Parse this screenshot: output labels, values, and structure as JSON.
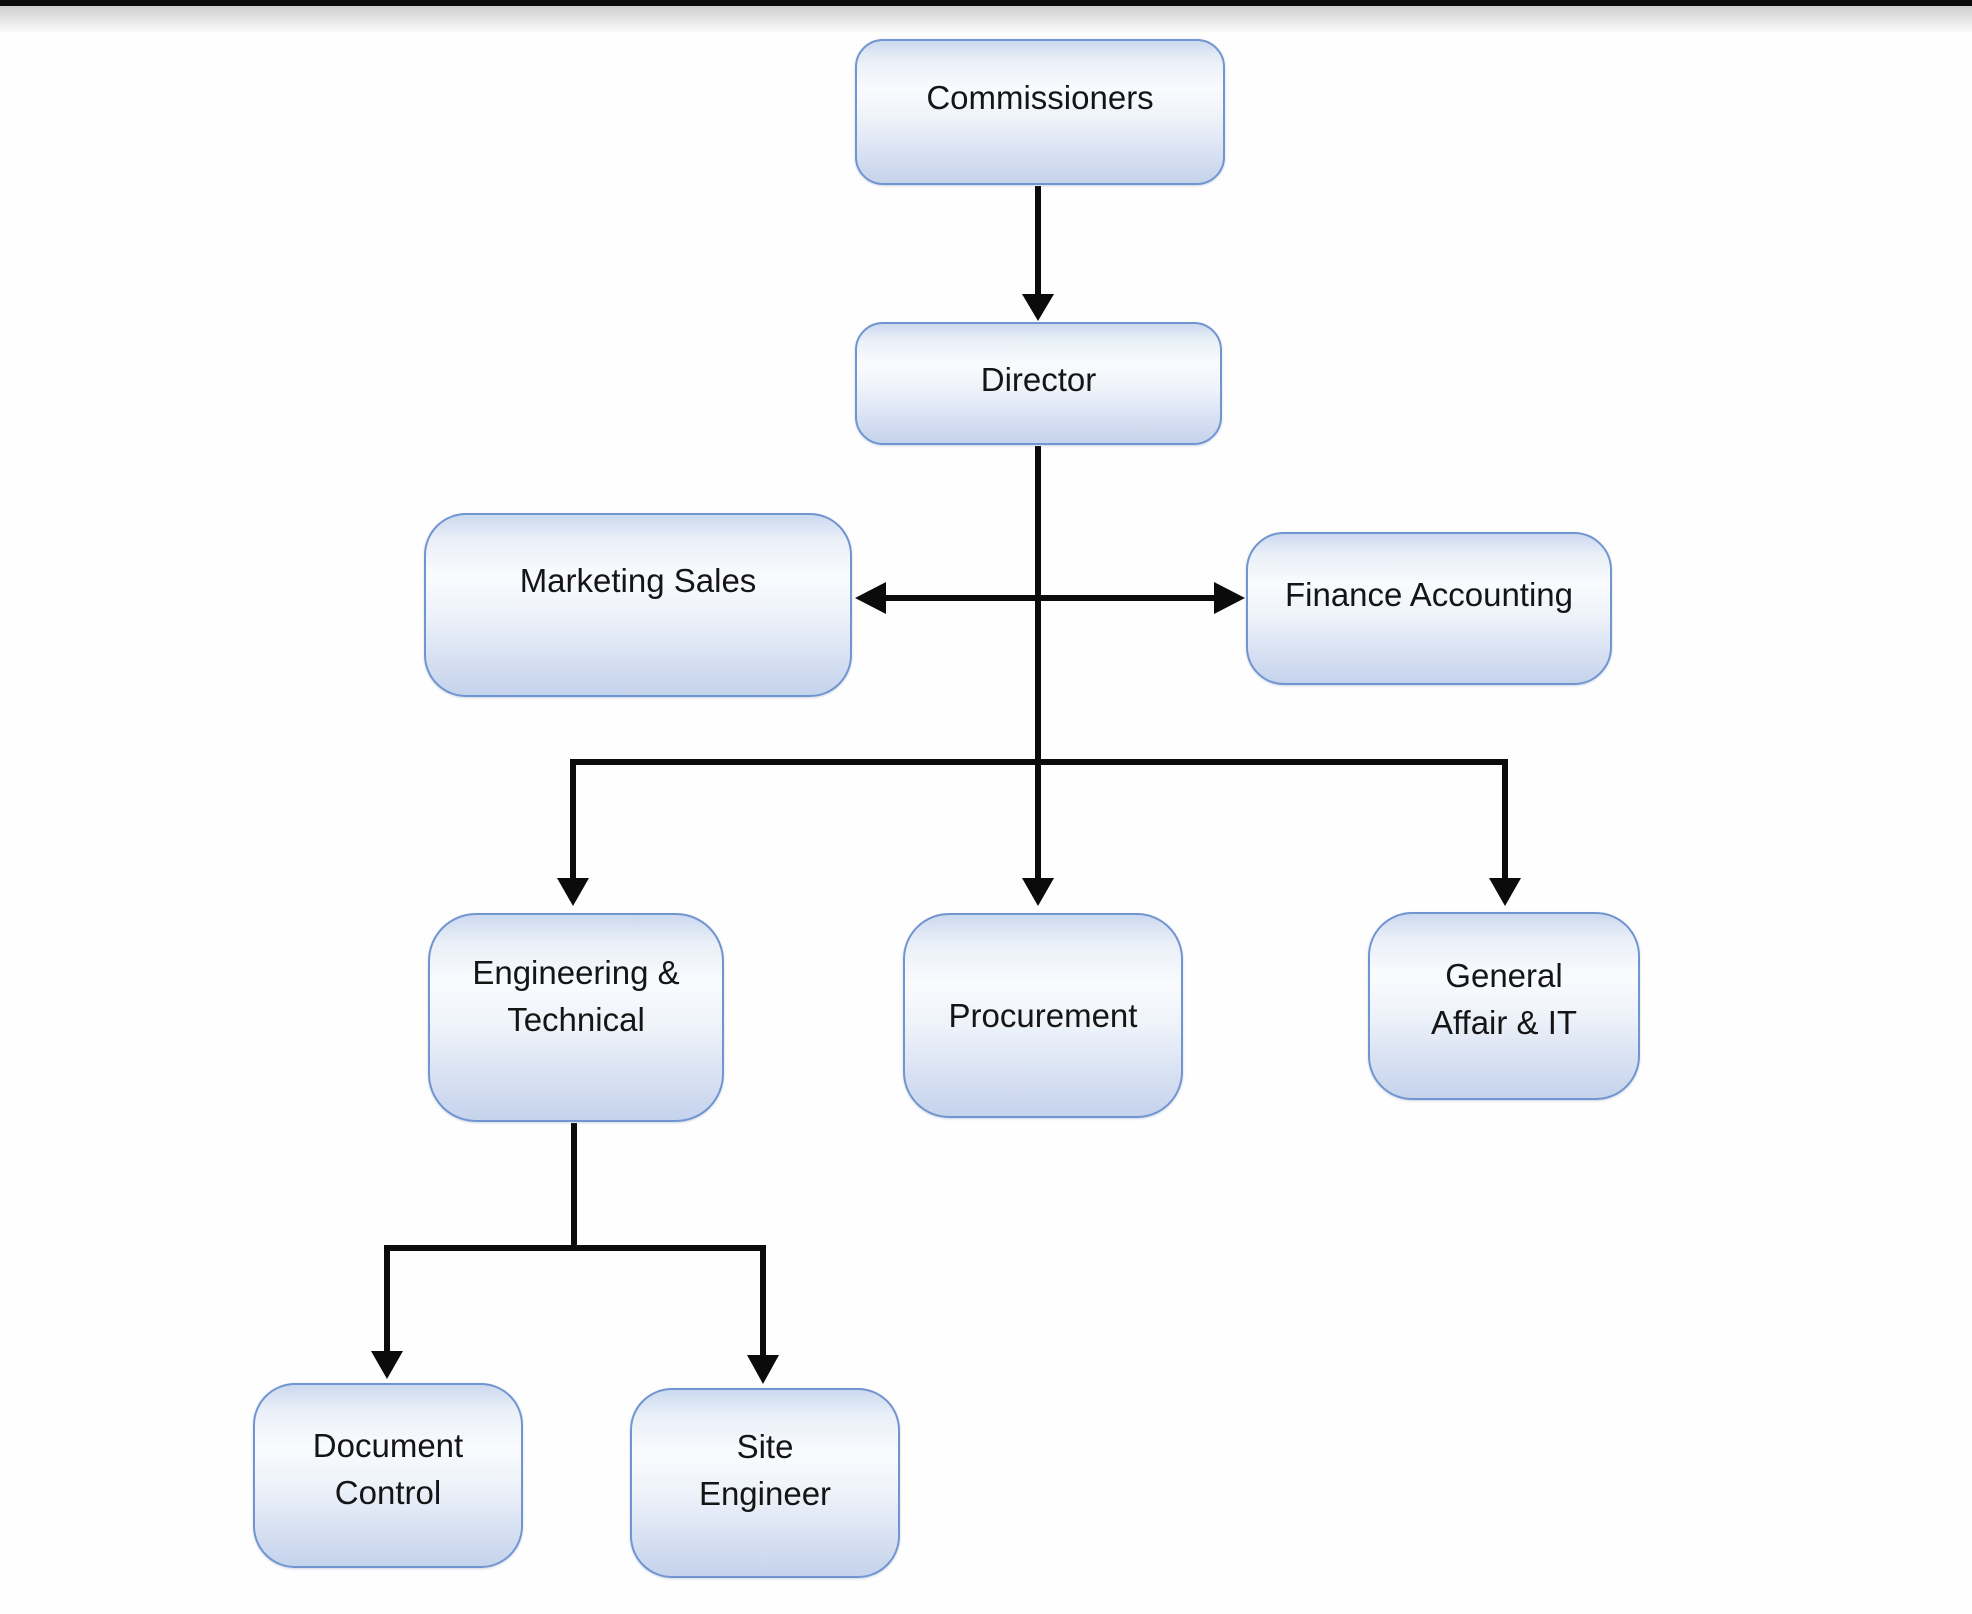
{
  "page": {
    "background": "#fefefe",
    "top_edge_bar_color": "#0b0b0b"
  },
  "theme": {
    "box_border_color": "#7195d0",
    "box_fill_top": "#ccd9ef",
    "box_fill_middle": "#f9fbfe",
    "box_fill_bottom": "#c5d3ec",
    "connector_color": "#0b0b0b",
    "text_color": "#151515"
  },
  "diagram": {
    "type": "org-chart",
    "nodes": {
      "commissioners": {
        "lines": [
          "Commissioners"
        ]
      },
      "director": {
        "lines": [
          "Director"
        ]
      },
      "marketing_sales": {
        "lines": [
          "Marketing Sales"
        ]
      },
      "finance_accounting": {
        "lines": [
          "Finance Accounting"
        ]
      },
      "engineering_technical": {
        "lines": [
          "Engineering &",
          "Technical"
        ]
      },
      "procurement": {
        "lines": [
          "Procurement"
        ]
      },
      "general_affair_it": {
        "lines": [
          "General",
          "Affair & IT"
        ]
      },
      "document_control": {
        "lines": [
          "Document",
          "Control"
        ]
      },
      "site_engineer": {
        "lines": [
          "Site",
          "Engineer"
        ]
      }
    },
    "edges": [
      {
        "from": "commissioners",
        "to": "director",
        "style": "arrow-down"
      },
      {
        "from": "director",
        "to": "marketing_sales",
        "style": "arrow-left"
      },
      {
        "from": "director",
        "to": "finance_accounting",
        "style": "arrow-right"
      },
      {
        "from": "director",
        "to": "engineering_technical",
        "style": "arrow-down"
      },
      {
        "from": "director",
        "to": "procurement",
        "style": "arrow-down"
      },
      {
        "from": "director",
        "to": "general_affair_it",
        "style": "arrow-down"
      },
      {
        "from": "engineering_technical",
        "to": "document_control",
        "style": "arrow-down"
      },
      {
        "from": "engineering_technical",
        "to": "site_engineer",
        "style": "arrow-down"
      }
    ]
  }
}
